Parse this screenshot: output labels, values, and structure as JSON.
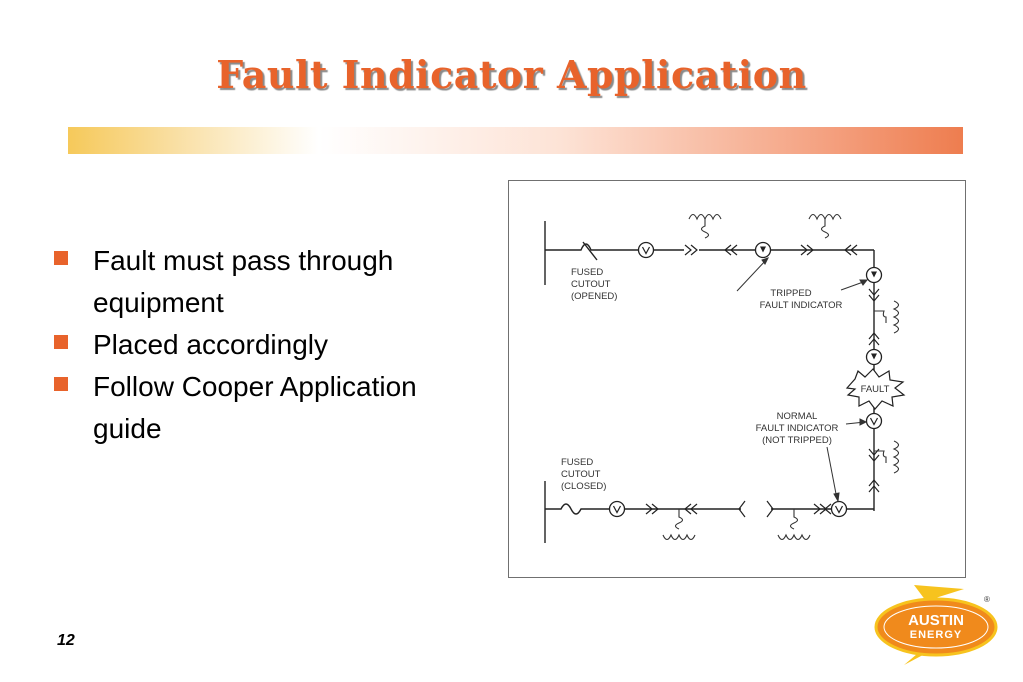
{
  "slide": {
    "title": "Fault Indicator Application",
    "bullets": [
      "Fault must pass through equipment",
      "Placed accordingly",
      "Follow Cooper Application guide"
    ],
    "page_number": "12"
  },
  "diagram": {
    "labels": {
      "fused_cutout_opened": [
        "FUSED",
        "CUTOUT",
        "(OPENED)"
      ],
      "tripped": [
        "TRIPPED",
        "FAULT INDICATOR"
      ],
      "fault": "FAULT",
      "normal": [
        "NORMAL",
        "FAULT INDICATOR",
        "(NOT TRIPPED)"
      ],
      "fused_cutout_closed": [
        "FUSED",
        "CUTOUT",
        "(CLOSED)"
      ]
    }
  },
  "logo": {
    "line1": "AUSTIN",
    "line2": "ENERGY",
    "registered": "®"
  },
  "colors": {
    "accent": "#e8632b",
    "logo_orange": "#f08a1c",
    "logo_yellow": "#f7c31e"
  }
}
